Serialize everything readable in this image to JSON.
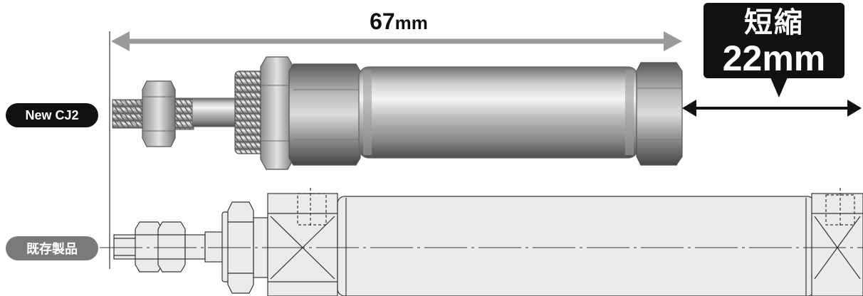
{
  "labels": {
    "new_product": "New CJ2",
    "existing_product": "既存製品"
  },
  "dimension": {
    "value": "67",
    "unit": "mm"
  },
  "callout": {
    "title": "短縮",
    "value": "22mm"
  },
  "colors": {
    "pill_new": "#111111",
    "pill_old": "#7a7a7a",
    "dimension_arrow": "#9a9a9a",
    "callout_bg": "#111111",
    "drawing_fill": "#ebebeb",
    "drawing_line": "#333333"
  }
}
